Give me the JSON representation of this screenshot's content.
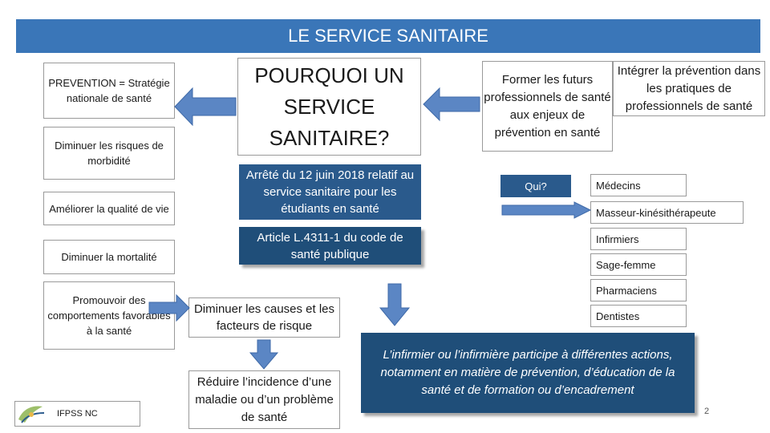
{
  "title": "LE SERVICE SANITAIRE",
  "question": "POURQUOI UN SERVICE SANITAIRE?",
  "left_column": [
    "PREVENTION = Stratégie nationale de santé",
    "Diminuer les risques de morbidité",
    "Améliorer la qualité de vie",
    "Diminuer la mortalité",
    "Promouvoir des comportements favorables à la santé"
  ],
  "legal": {
    "arrete": "Arrêté du 12 juin 2018 relatif au service sanitaire pour les étudiants en santé",
    "article": "Article L.4311-1 du code de santé publique"
  },
  "goals": {
    "former": "Former les futurs professionnels de santé aux enjeux de prévention en santé",
    "integrer": "Intégrer la prévention dans les pratiques de professionnels de santé"
  },
  "qui_label": "Qui?",
  "professions": [
    "Médecins",
    "Masseur-kinésithérapeute",
    "Infirmiers",
    "Sage-femme",
    "Pharmaciens",
    "Dentistes"
  ],
  "causes": "Diminuer les causes et les facteurs de risque",
  "reduire": "Réduire l’incidence d’une maladie ou d’un problème de santé",
  "nurse_role": "L’infirmier ou l’infirmière participe à différentes actions, notamment en matière de prévention, d’éducation de la santé et de formation ou d’encadrement",
  "logo_text": "IFPSS NC",
  "page_number": "2",
  "colors": {
    "title_bar": "#3a76b8",
    "box_blue": "#2a5a8c",
    "box_navy": "#1f4e79",
    "arrow_fill": "#5b86c4"
  }
}
